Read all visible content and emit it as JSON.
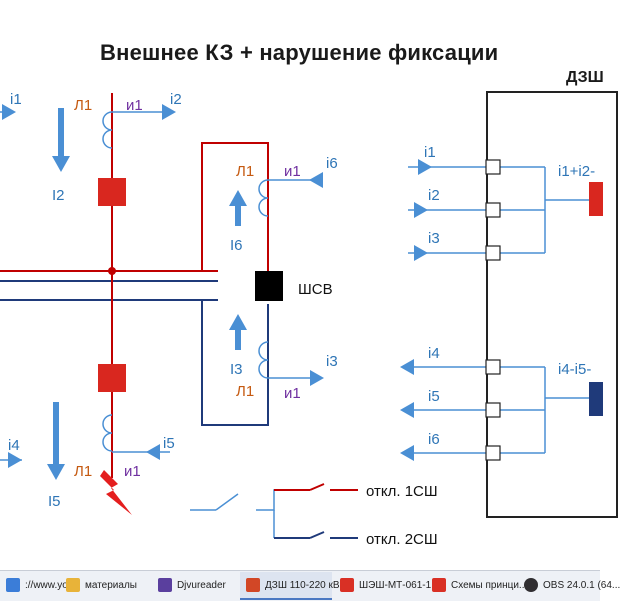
{
  "title": "Внешнее КЗ + нарушение фиксации",
  "relay_label": "ДЗШ",
  "left_top": {
    "i1": "i1",
    "i2": "i2",
    "L1": "Л1",
    "u1": "и1",
    "I2": "I2"
  },
  "left_bottom": {
    "i4": "i4",
    "i5": "i5",
    "L1": "Л1",
    "u1": "и1",
    "I5": "I5"
  },
  "sections": {
    "i6": "i6",
    "L1_top": "Л1",
    "u1_top": "и1",
    "I6": "I6",
    "i3": "i3",
    "L1_bot": "Л1",
    "u1_bot": "и1",
    "I3": "I3",
    "shsv": "ШСВ"
  },
  "switching": {
    "off1": "откл. 1СШ",
    "off2": "откл. 2СШ"
  },
  "relay": {
    "inputs_top": [
      "i1",
      "i2",
      "i3"
    ],
    "inputs_bottom": [
      "i4",
      "i5",
      "i6"
    ],
    "sum_top": "i1+i2-",
    "sum_bottom": "i4-i5-"
  },
  "colors": {
    "bus1": "#c00000",
    "bus2": "#1f3a7a",
    "arrow": "#4a8fd4",
    "label_orange": "#c55a11",
    "label_purple": "#7030a0",
    "breaker": "#d9271f",
    "shsv": "#000000"
  },
  "taskbar": {
    "items": [
      {
        "label": "://www.yo...",
        "icon": "browser-icon",
        "color": "#3b7dd8"
      },
      {
        "label": "материалы",
        "icon": "folder-icon",
        "color": "#e8b339"
      },
      {
        "label": "Djvureader",
        "icon": "djvu-icon",
        "color": "#5a3f9e"
      },
      {
        "label": "ДЗШ 110-220 кВ...",
        "icon": "powerpoint-icon",
        "color": "#d24726"
      },
      {
        "label": "ШЭШ-МТ-061-1...",
        "icon": "pdf-icon",
        "color": "#d93025"
      },
      {
        "label": "Схемы принци...",
        "icon": "pdf-icon",
        "color": "#d93025"
      },
      {
        "label": "OBS 24.0.1 (64...",
        "icon": "obs-icon",
        "color": "#302e31"
      }
    ]
  }
}
